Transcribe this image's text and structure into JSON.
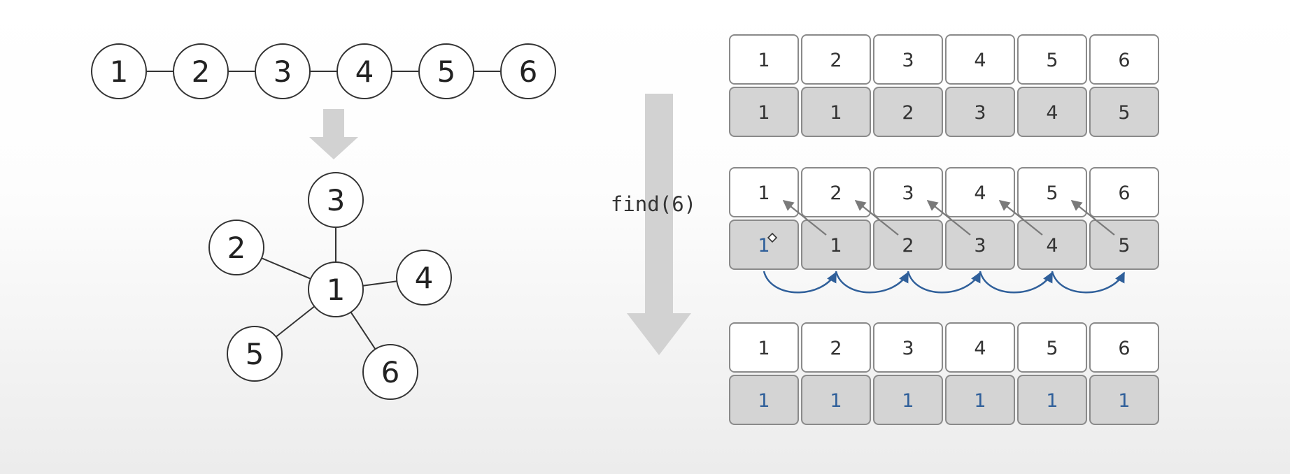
{
  "chain_graph": {
    "nodes": [
      "1",
      "2",
      "3",
      "4",
      "5",
      "6"
    ]
  },
  "star_graph": {
    "center": "1",
    "leaves": [
      "2",
      "3",
      "4",
      "5",
      "6"
    ]
  },
  "operation_label": "find(6)",
  "tables": [
    {
      "indices": [
        "1",
        "2",
        "3",
        "4",
        "5",
        "6"
      ],
      "parents": [
        "1",
        "1",
        "2",
        "3",
        "4",
        "5"
      ],
      "parent_colors": [
        "dark",
        "dark",
        "dark",
        "dark",
        "dark",
        "dark"
      ]
    },
    {
      "indices": [
        "1",
        "2",
        "3",
        "4",
        "5",
        "6"
      ],
      "parents": [
        "1",
        "1",
        "2",
        "3",
        "4",
        "5"
      ],
      "parent_colors": [
        "blue",
        "dark",
        "dark",
        "dark",
        "dark",
        "dark"
      ]
    },
    {
      "indices": [
        "1",
        "2",
        "3",
        "4",
        "5",
        "6"
      ],
      "parents": [
        "1",
        "1",
        "1",
        "1",
        "1",
        "1"
      ],
      "parent_colors": [
        "blue",
        "blue",
        "blue",
        "blue",
        "blue",
        "blue"
      ]
    }
  ],
  "colors": {
    "stroke": "#333333",
    "cell_top": "#ffffff",
    "cell_bottom": "#d4d4d4",
    "cell_border": "#8a8a8a",
    "arrow_gray": "#cfcfcf",
    "pointer_gray": "#7a7a7a",
    "blue": "#2f5f9a"
  }
}
